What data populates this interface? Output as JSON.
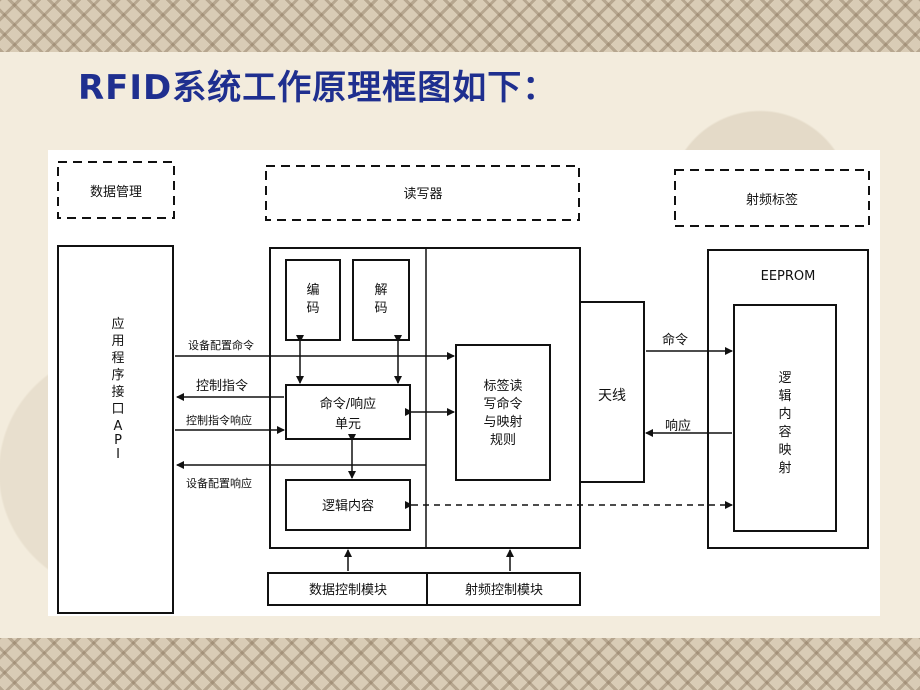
{
  "slide": {
    "title": "RFID系统工作原理框图如下："
  },
  "diagram": {
    "groups": {
      "data_management": "数据管理",
      "reader": "读写器",
      "rf_tag": "射频标签"
    },
    "blocks": {
      "app_interface": "应用程序接口API",
      "encode": "编码",
      "decode": "解码",
      "cmd_response_unit_line1": "命令/响应",
      "cmd_response_unit_line2": "单元",
      "logic_content": "逻辑内容",
      "tag_rw_line1": "标签读",
      "tag_rw_line2": "写命令",
      "tag_rw_line3": "与映射",
      "tag_rw_line4": "规则",
      "antenna": "天线",
      "eeprom": "EEPROM",
      "logic_mapping": "逻辑内容映射",
      "data_control_module": "数据控制模块",
      "rf_control_module": "射频控制模块"
    },
    "arrows": {
      "device_config_cmd": "设备配置命令",
      "control_cmd": "控制指令",
      "control_cmd_response": "控制指令响应",
      "device_config_response": "设备配置响应",
      "command": "命令",
      "response": "响应"
    }
  }
}
